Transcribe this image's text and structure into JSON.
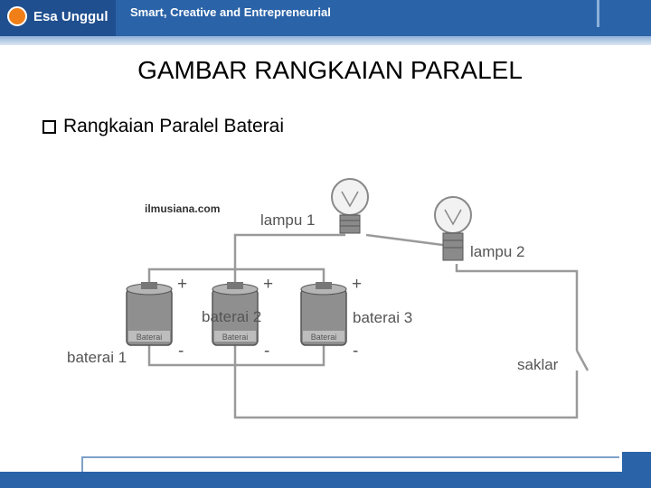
{
  "header": {
    "logo_text": "Esa Unggul",
    "tagline": "Smart, Creative and Entrepreneurial"
  },
  "slide": {
    "title": "GAMBAR RANGKAIAN PARALEL",
    "bullet": "Rangkaian Paralel Baterai"
  },
  "diagram": {
    "watermark": "ilmusiana.com",
    "lamp1": "lampu 1",
    "lamp2": "lampu 2",
    "battery1": "baterai 1",
    "battery2": "baterai 2",
    "battery3": "baterai 3",
    "battery_body_label": "Baterai",
    "switch": "saklar",
    "plus": "+",
    "minus": "-"
  }
}
